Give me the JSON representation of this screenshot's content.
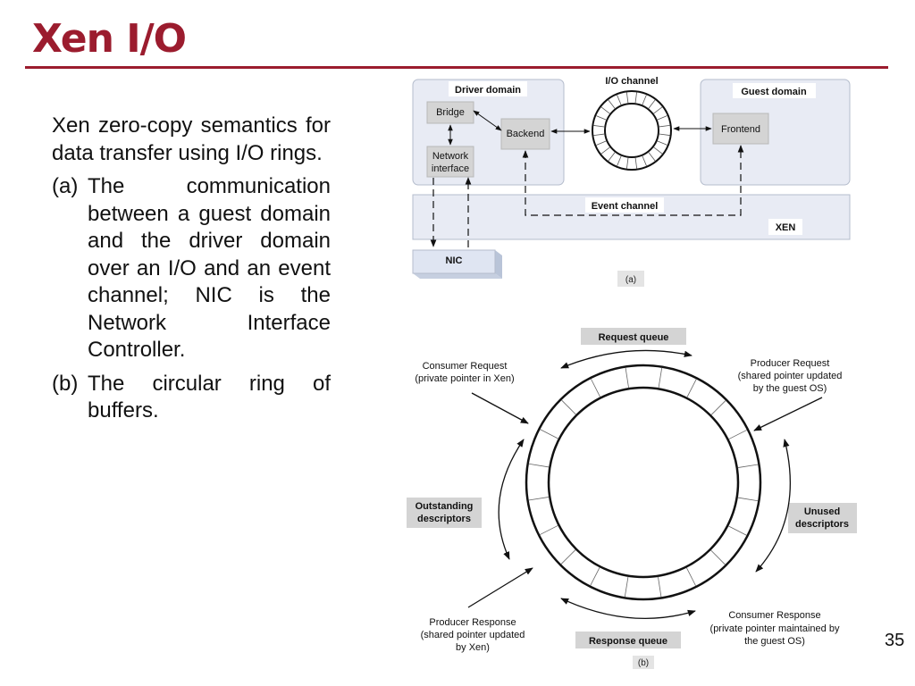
{
  "slide": {
    "title": "Xen I/O",
    "intro": "Xen zero-copy semantics for data transfer using I/O rings.",
    "items": [
      {
        "label": "(a)",
        "text": "The communication between a guest domain and the driver domain over an I/O and an event channel; NIC is the Network Interface Controller."
      },
      {
        "label": "(b)",
        "text": "The circular ring of buffers."
      }
    ],
    "page_number": "35"
  },
  "figure_a": {
    "driver_domain": "Driver domain",
    "guest_domain": "Guest domain",
    "io_channel": "I/O channel",
    "bridge": "Bridge",
    "backend": "Backend",
    "frontend": "Frontend",
    "network_interface_line1": "Network",
    "network_interface_line2": "interface",
    "event_channel": "Event channel",
    "xen": "XEN",
    "nic": "NIC",
    "caption": "(a)"
  },
  "figure_b": {
    "request_queue": "Request queue",
    "response_queue": "Response queue",
    "consumer_request_line1": "Consumer Request",
    "consumer_request_line2": "(private pointer in Xen)",
    "producer_request_line1": "Producer  Request",
    "producer_request_line2": "(shared pointer updated",
    "producer_request_line3": "by the guest OS)",
    "outstanding_line1": "Outstanding",
    "outstanding_line2": "descriptors",
    "unused_line1": "Unused",
    "unused_line2": "descriptors",
    "producer_response_line1": "Producer  Response",
    "producer_response_line2": "(shared pointer updated",
    "producer_response_line3": "by Xen)",
    "consumer_response_line1": "Consumer  Response",
    "consumer_response_line2": "(private  pointer maintained by",
    "consumer_response_line3": "the guest OS)",
    "caption": "(b)"
  },
  "colors": {
    "title": "#9b1c2e",
    "panel_fill": "#e8ebf4",
    "panel_stroke": "#b4bccc",
    "label_box": "#d4d4d4"
  }
}
